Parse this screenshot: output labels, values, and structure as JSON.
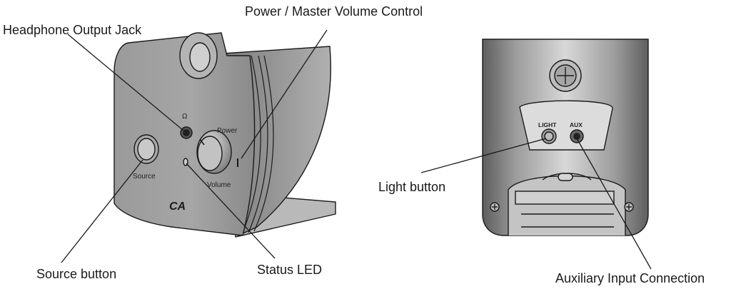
{
  "callouts": {
    "power_volume": "Power / Master Volume Control",
    "headphone": "Headphone Output Jack",
    "source_button": "Source button",
    "status_led": "Status LED",
    "light_button": "Light button",
    "aux_input": "Auxiliary Input Connection"
  },
  "front_panel": {
    "headphone_symbol": "Ω",
    "power_label": "Power",
    "volume_label": "Volume",
    "source_label": "Source",
    "logo": "CA"
  },
  "rear_panel": {
    "light_label": "LIGHT",
    "aux_label": "AUX"
  },
  "colors": {
    "line": "#1a1a1a",
    "body_gray": "#8d8d8d",
    "body_light": "#c9c9c9",
    "body_dark": "#6a6a6a"
  }
}
